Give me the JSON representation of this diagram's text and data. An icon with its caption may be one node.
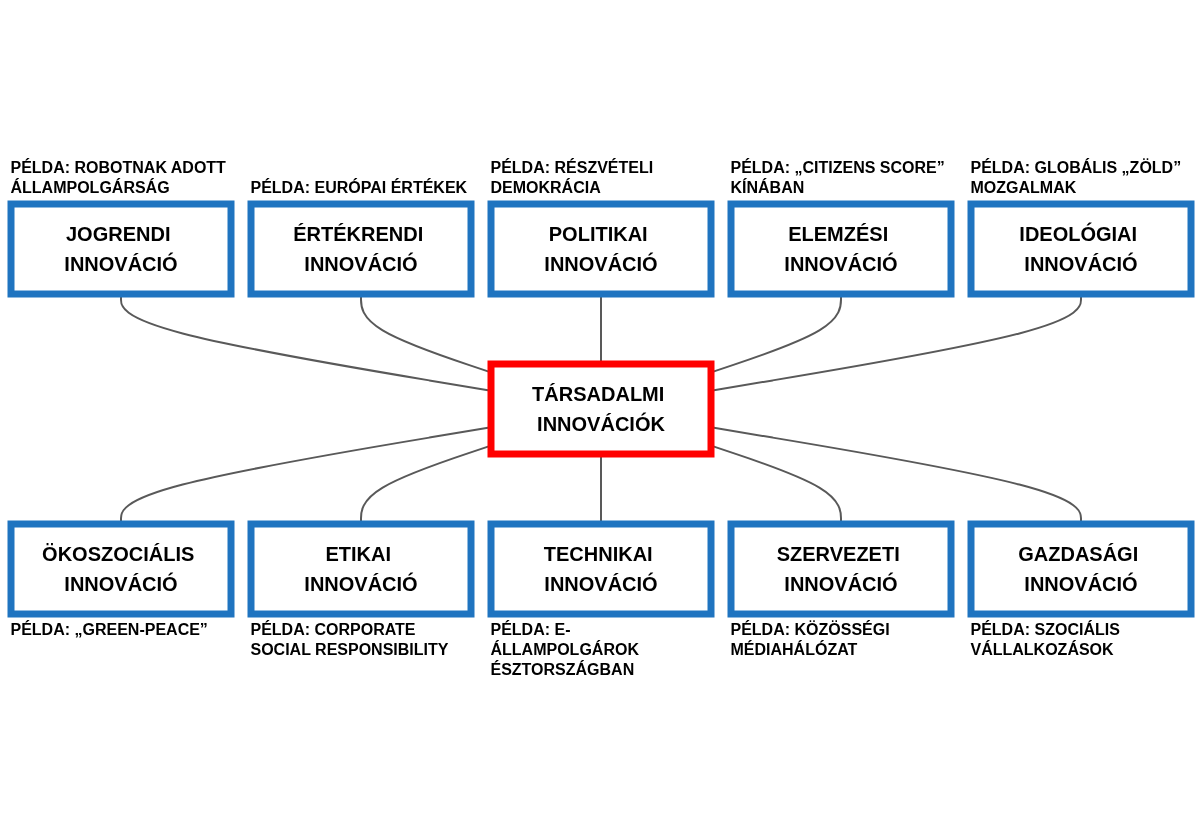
{
  "diagram": {
    "nodes": [
      {
        "text": [
          "JOGRENDI INNOVÁCIÓ"
        ],
        "beside": [
          "PÉLDA: ROBOTNAK ADOTT ÁLLAMPOLGÁRSÁG"
        ]
      },
      {
        "text": [
          "ÉRTÉKRENDI INNOVÁCIÓ"
        ],
        "beside": [
          "PÉLDA: EURÓPAI ÉRTÉKEK"
        ]
      },
      {
        "text": [
          "POLITIKAI INNOVÁCIÓ"
        ],
        "beside": [
          "PÉLDA: RÉSZVÉTELI DEMOKRÁCIA"
        ]
      },
      {
        "text": [
          "ELEMZÉSI INNOVÁCIÓ"
        ],
        "beside": [
          "PÉLDA: „CITIZENS SCORE” KÍNÁBAN"
        ]
      },
      {
        "text": [
          "TÁRSADALMI INNOVÁCIÓK"
        ]
      },
      {
        "text": [
          "IDEOLÓGIAI INNOVÁCIÓ"
        ],
        "beside": [
          "PÉLDA: GLOBÁLIS „ZÖLD” MOZGALMAK"
        ]
      },
      {
        "text": [
          "ÖKOSZOCIÁLIS INNOVÁCIÓ"
        ],
        "beside": [
          "PÉLDA: „GREEN-PEACE”"
        ]
      },
      {
        "text": [
          "ETIKAI INNOVÁCIÓ"
        ],
        "beside": [
          "PÉLDA: CORPORATE SOCIAL RESPONSIBILITY"
        ]
      },
      {
        "text": [
          "TECHNIKAI INNOVÁCIÓ"
        ],
        "beside": [
          "PÉLDA: E-ÁLLAMPOLGÁROK ÉSZTORSZÁGBAN"
        ]
      },
      {
        "text": [
          "SZERVEZETI INNOVÁCIÓ"
        ],
        "beside": [
          "PÉLDA: KÖZÖSSÉGI MÉDIAHÁLÓZAT"
        ]
      },
      {
        "text": [
          "GAZDASÁGI INNOVÁCIÓ"
        ],
        "beside": [
          "PÉLDA: SZOCIÁLIS VÁLLALKOZÁSOK"
        ]
      }
    ],
    "edges": [
      {
        "from": 0,
        "to": 4,
        "arrow": "none"
      },
      {
        "from": 1,
        "to": 4,
        "arrow": "none"
      },
      {
        "from": 2,
        "to": 4,
        "arrow": "none"
      },
      {
        "from": 3,
        "to": 4,
        "arrow": "none"
      },
      {
        "from": 5,
        "to": 4,
        "arrow": "none"
      },
      {
        "from": 4,
        "to": 6,
        "arrow": "none"
      },
      {
        "from": 4,
        "to": 7,
        "arrow": "none"
      },
      {
        "from": 4,
        "to": 8,
        "arrow": "none"
      },
      {
        "from": 4,
        "to": 9,
        "arrow": "none"
      },
      {
        "from": 4,
        "to": 10,
        "arrow": "none"
      }
    ]
  }
}
